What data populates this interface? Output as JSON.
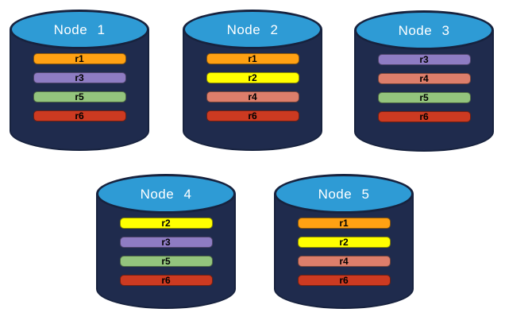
{
  "diagram_title": "",
  "style": {
    "background": "#FFFFFF",
    "cylinder_body_color": "#1F2B4D",
    "cylinder_top_color": "#2E9BD5",
    "cylinder_outline_color": "#17223E",
    "node_label_color": "#FFFFFF",
    "bar_text_color": "#000000"
  },
  "replica_colors": {
    "r1": "#FFA113",
    "r2": "#FFFF00",
    "r3": "#8E7CC3",
    "r4": "#DD7E6B",
    "r5": "#93C47D",
    "r6": "#CC3A21"
  },
  "nodes": [
    {
      "name": "Node 1",
      "replicas": [
        {
          "id": "r1",
          "color": "#FFA113"
        },
        {
          "id": "r3",
          "color": "#8E7CC3"
        },
        {
          "id": "r5",
          "color": "#93C47D"
        },
        {
          "id": "r6",
          "color": "#CC3A21"
        }
      ]
    },
    {
      "name": "Node 2",
      "replicas": [
        {
          "id": "r1",
          "color": "#FFA113"
        },
        {
          "id": "r2",
          "color": "#FFFF00"
        },
        {
          "id": "r4",
          "color": "#DD7E6B"
        },
        {
          "id": "r6",
          "color": "#CC3A21"
        }
      ]
    },
    {
      "name": "Node 3",
      "replicas": [
        {
          "id": "r3",
          "color": "#8E7CC3"
        },
        {
          "id": "r4",
          "color": "#DD7E6B"
        },
        {
          "id": "r5",
          "color": "#93C47D"
        },
        {
          "id": "r6",
          "color": "#CC3A21"
        }
      ]
    },
    {
      "name": "Node 4",
      "replicas": [
        {
          "id": "r2",
          "color": "#FFFF00"
        },
        {
          "id": "r3",
          "color": "#8E7CC3"
        },
        {
          "id": "r5",
          "color": "#93C47D"
        },
        {
          "id": "r6",
          "color": "#CC3A21"
        }
      ]
    },
    {
      "name": "Node 5",
      "replicas": [
        {
          "id": "r1",
          "color": "#FFA113"
        },
        {
          "id": "r2",
          "color": "#FFFF00"
        },
        {
          "id": "r4",
          "color": "#DD7E6B"
        },
        {
          "id": "r6",
          "color": "#CC3A21"
        }
      ]
    }
  ]
}
